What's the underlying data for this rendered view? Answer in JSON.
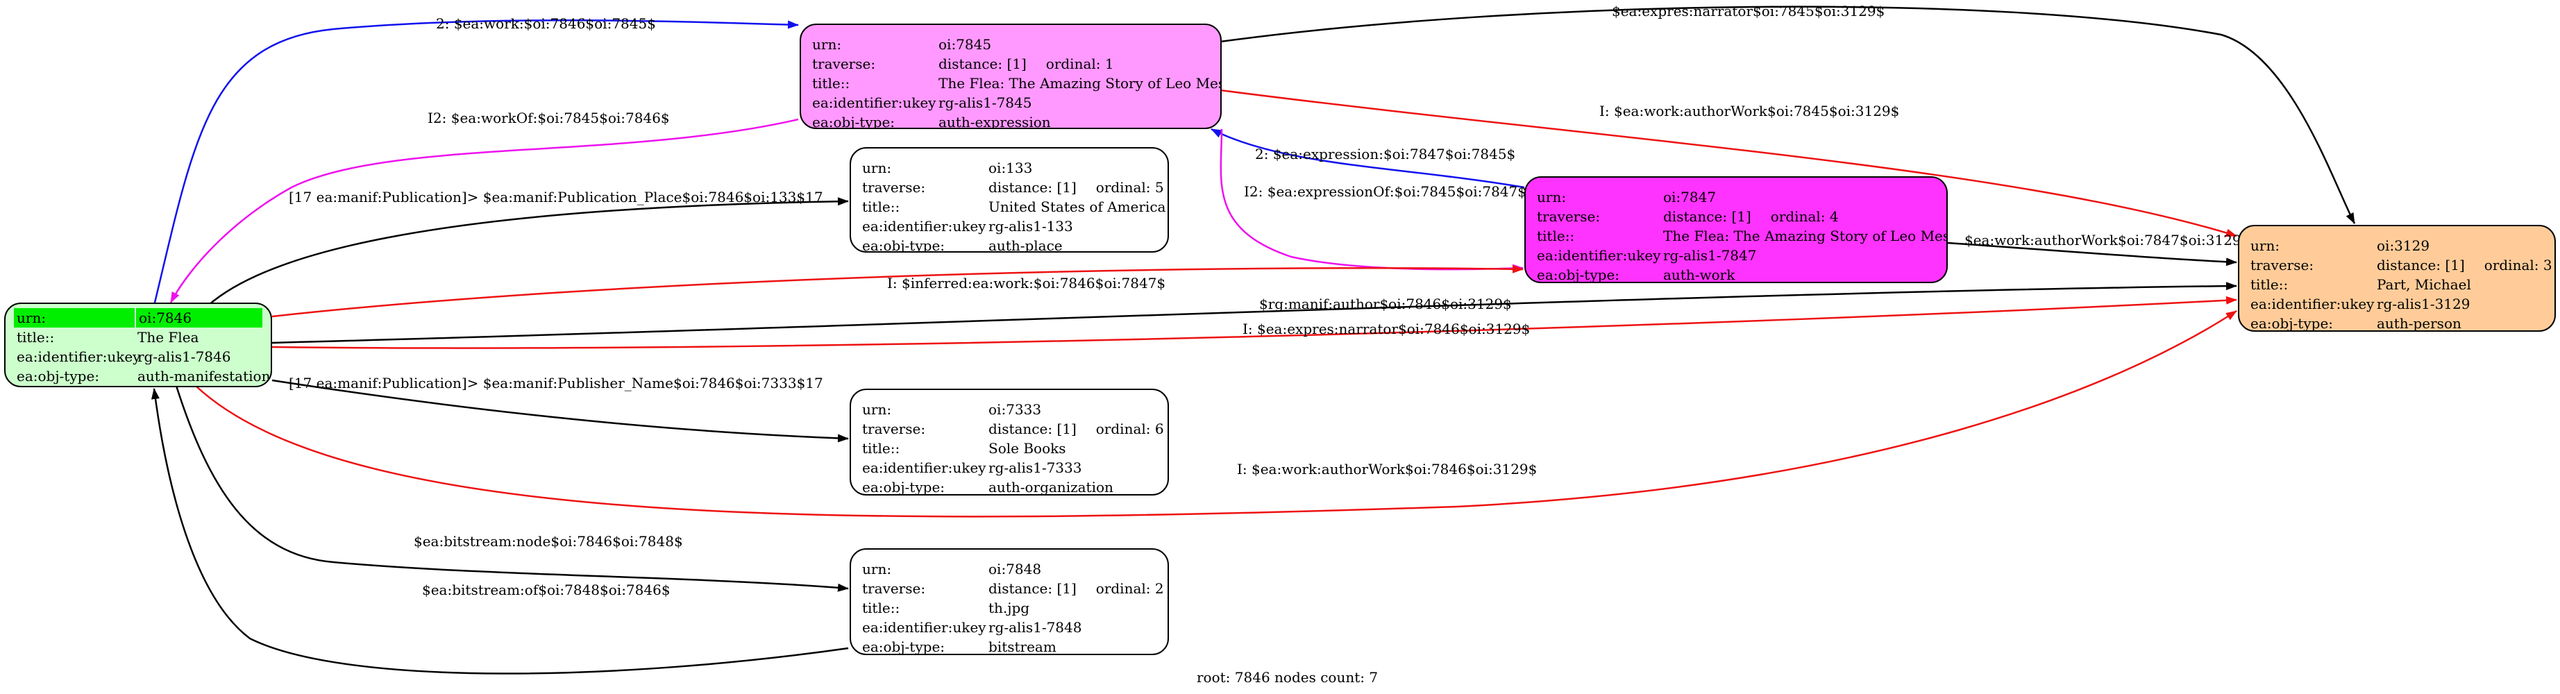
{
  "colors": {
    "root": "#ccffcc",
    "root_highlight": "#00ee00",
    "expression": "#ff99ff",
    "work": "#ff33ff",
    "person": "#ffcc99",
    "plain": "#ffffff",
    "edge_black": "#000000",
    "edge_red": "#ee1111",
    "edge_blue": "#1111ee",
    "edge_magenta": "#ee11ee"
  },
  "labels": {
    "urn": "urn:",
    "traverse": "traverse:",
    "title": "title::",
    "ukey": "ea:identifier:ukey",
    "objtype": "ea:obj-type:"
  },
  "nodes": {
    "n7846": {
      "urn": "oi:7846",
      "title": "The Flea",
      "ukey": "rg-alis1-7846",
      "objtype": "auth-manifestation"
    },
    "n7845": {
      "urn": "oi:7845",
      "distance": "distance: [1]",
      "ordinal": "ordinal: 1",
      "title": "The Flea: The Amazing Story of Leo Messi",
      "ukey": "rg-alis1-7845",
      "objtype": "auth-expression"
    },
    "n133": {
      "urn": "oi:133",
      "distance": "distance: [1]",
      "ordinal": "ordinal: 5",
      "title": "United States of America",
      "ukey": "rg-alis1-133",
      "objtype": "auth-place"
    },
    "n7847": {
      "urn": "oi:7847",
      "distance": "distance: [1]",
      "ordinal": "ordinal: 4",
      "title": "The Flea: The Amazing Story of Leo Messi",
      "ukey": "rg-alis1-7847",
      "objtype": "auth-work"
    },
    "n3129": {
      "urn": "oi:3129",
      "distance": "distance: [1]",
      "ordinal": "ordinal: 3",
      "title": "Part, Michael",
      "ukey": "rg-alis1-3129",
      "objtype": "auth-person"
    },
    "n7333": {
      "urn": "oi:7333",
      "distance": "distance: [1]",
      "ordinal": "ordinal: 6",
      "title": "Sole Books",
      "ukey": "rg-alis1-7333",
      "objtype": "auth-organization"
    },
    "n7848": {
      "urn": "oi:7848",
      "distance": "distance: [1]",
      "ordinal": "ordinal: 2",
      "title": "th.jpg",
      "ukey": "rg-alis1-7848",
      "objtype": "bitstream"
    }
  },
  "edges": {
    "e_work": "2: $ea:work:$oi:7846$oi:7845$",
    "e_workof": "I2: $ea:workOf:$oi:7845$oi:7846$",
    "e_narr45": "$ea:expres:narrator$oi:7845$oi:3129$",
    "e_author45": "I: $ea:work:authorWork$oi:7845$oi:3129$",
    "e_expression": "2: $ea:expression:$oi:7847$oi:7845$",
    "e_expressionof": "I2: $ea:expressionOf:$oi:7845$oi:7847$",
    "e_author47": "$ea:work:authorWork$oi:7847$oi:3129$",
    "e_pubplace": "[17 ea:manif:Publication]> $ea:manif:Publication_Place$oi:7846$oi:133$17",
    "e_inferred": "I: $inferred:ea:work:$oi:7846$oi:7847$",
    "e_rgauthor": "$rg:manif:author$oi:7846$oi:3129$",
    "e_narr46": "I: $ea:expres:narrator$oi:7846$oi:3129$",
    "e_publisher": "[17 ea:manif:Publication]> $ea:manif:Publisher_Name$oi:7846$oi:7333$17",
    "e_author46": "I: $ea:work:authorWork$oi:7846$oi:3129$",
    "e_bitnode": "$ea:bitstream:node$oi:7846$oi:7848$",
    "e_bitof": "$ea:bitstream:of$oi:7848$oi:7846$"
  },
  "footer": "root: 7846 nodes count: 7"
}
